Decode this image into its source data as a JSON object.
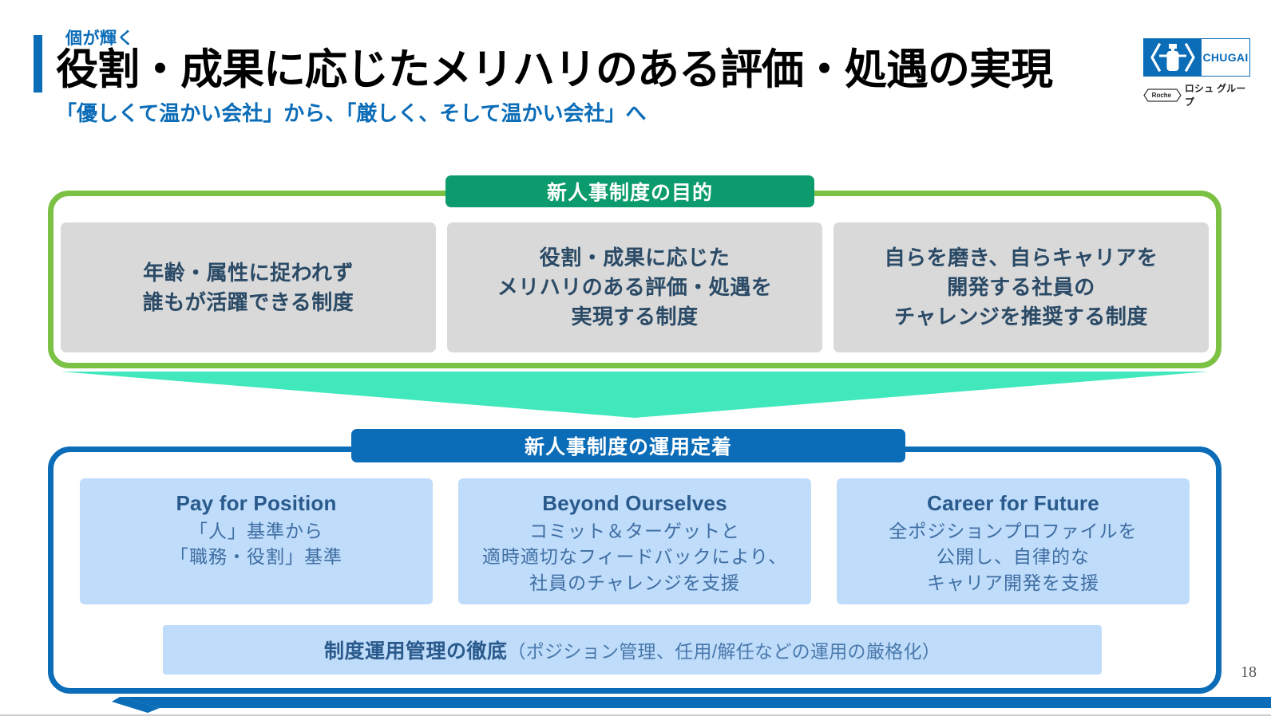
{
  "header": {
    "eyebrow": "個が輝く",
    "title": "役割・成果に応じたメリハリのある評価・処遇の実現",
    "subtitle": "「優しくて温かい会社」から、「厳しく、そして温かい会社」へ",
    "accent_color": "#0B6CB7"
  },
  "logo": {
    "wordmark": "CHUGAI",
    "roche_badge": "Roche",
    "group_text": "ロシュ グループ",
    "brand_color": "#0B6CB7"
  },
  "purpose_section": {
    "badge_label": "新人事制度の目的",
    "badge_color": "#0C9B6C",
    "border_color": "#7BC143",
    "cards": [
      {
        "text": "年齢・属性に捉われず\n誰もが活躍できる制度"
      },
      {
        "text": "役割・成果に応じた\nメリハリのある評価・処遇を\n実現する制度"
      },
      {
        "text": "自らを磨き、自らキャリアを\n開発する社員の\nチャレンジを推奨する制度"
      }
    ],
    "card_color": "#D9D9D9",
    "card_text_color": "#2A4A66"
  },
  "arrow": {
    "color": "#40E8BC",
    "direction": "down"
  },
  "operation_section": {
    "badge_label": "新人事制度の運用定着",
    "badge_color": "#0B6CB7",
    "border_color": "#0B6CB7",
    "cards": [
      {
        "title": "Pay for Position",
        "body": "「人」基準から\n「職務・役割」基準"
      },
      {
        "title": "Beyond Ourselves",
        "body": "コミット＆ターゲットと\n適時適切なフィードバックにより、\n社員のチャレンジを支援"
      },
      {
        "title": "Career for Future",
        "body": "全ポジションプロファイルを\n公開し、自律的な\nキャリア開発を支援"
      }
    ],
    "card_color": "#BFDCFA",
    "bottom_bar": {
      "strong_text": "制度運用管理の徹底",
      "light_text": "（ポジション管理、任用/解任などの運用の厳格化）"
    }
  },
  "footer": {
    "page_number": "18"
  }
}
